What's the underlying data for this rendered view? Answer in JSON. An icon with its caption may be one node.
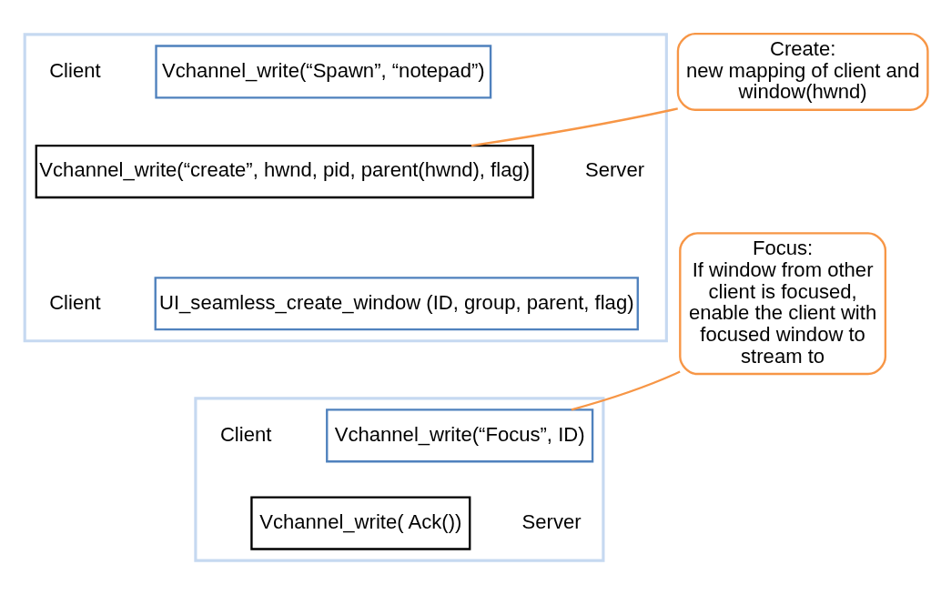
{
  "diagram": {
    "nodes": [
      {
        "text": [],
        "shape": "box"
      },
      {
        "text": [
          "Vchannel_write(“Spawn”, “notepad”)"
        ],
        "in": 0,
        "beside": [
          "Client"
        ]
      },
      {
        "text": [
          "Vchannel_write(“create”, hwnd, pid, parent(hwnd), flag)"
        ],
        "in": 0,
        "beside": [
          "Server"
        ]
      },
      {
        "text": [
          "UI_seamless_create_window (ID, group, parent, flag)"
        ],
        "in": 0,
        "beside": [
          "Client"
        ]
      },
      {
        "text": [],
        "shape": "box"
      },
      {
        "text": [
          "Vchannel_write(“Focus”, ID)"
        ],
        "in": 4,
        "beside": [
          "Client"
        ]
      },
      {
        "text": [
          "Vchannel_write( Ack())"
        ],
        "in": 4,
        "beside": [
          "Server"
        ]
      },
      {
        "text": [
          "Create:",
          "new mapping of client and window(hwnd)"
        ]
      },
      {
        "text": [
          "Focus:",
          "If window from other client is focused, enable the client with focused window to stream to"
        ]
      }
    ],
    "edges": [
      {
        "from": 7,
        "to": 2,
        "arrow": "none"
      },
      {
        "from": 8,
        "to": 5,
        "arrow": "none"
      }
    ]
  }
}
